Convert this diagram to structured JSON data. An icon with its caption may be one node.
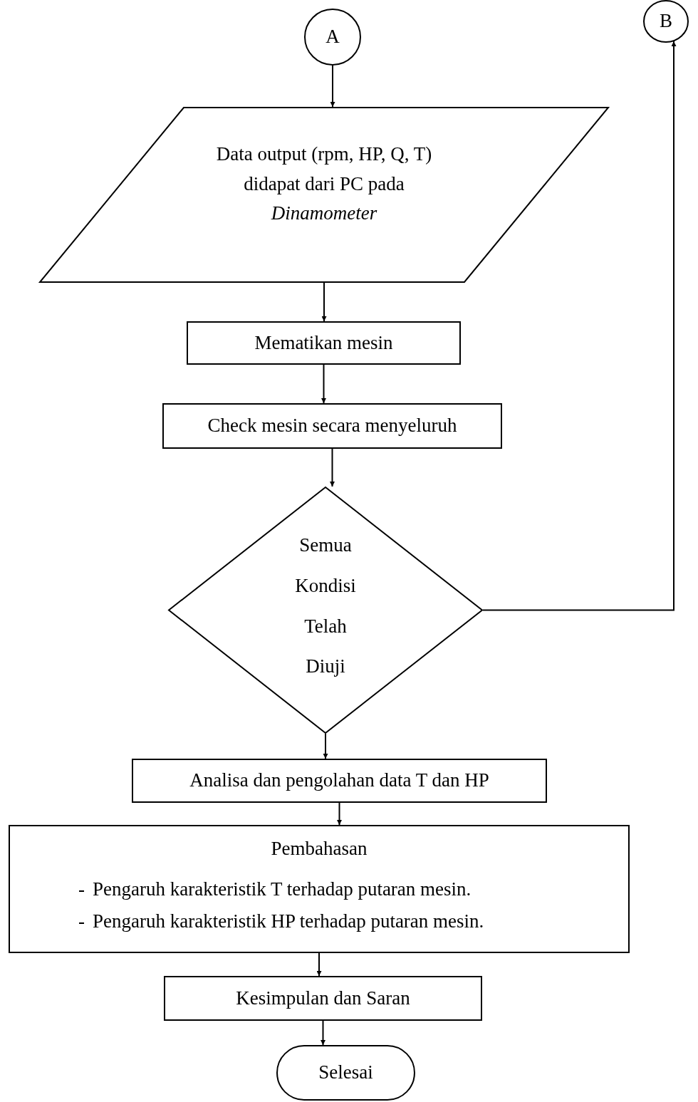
{
  "diagram": {
    "nodes": [
      {
        "text": [
          "A"
        ]
      },
      {
        "text": [
          "B"
        ]
      },
      {
        "text": [
          "Data output (rpm, HP, Q, T) didapat dari PC pada *Dinamometer*"
        ]
      },
      {
        "text": [
          "Mematikan mesin"
        ]
      },
      {
        "text": [
          "Check mesin secara menyeluruh"
        ]
      },
      {
        "text": [
          "Semua Kondisi Telah Diuji"
        ]
      },
      {
        "text": [
          "Analisa dan pengolahan data T dan HP"
        ]
      },
      {
        "text": [
          "Pembahasan",
          "-",
          "Pengaruh karakteristik T terhadap putaran mesin.",
          "-",
          "Pengaruh karakteristik HP terhadap putaran mesin."
        ]
      },
      {
        "text": [
          "Kesimpulan dan Saran"
        ]
      },
      {
        "text": [
          "Selesai"
        ]
      }
    ],
    "edges": [
      {
        "from": 0,
        "to": 2,
        "arrow": "to"
      },
      {
        "from": 2,
        "to": 3,
        "arrow": "to"
      },
      {
        "from": 3,
        "to": 4,
        "arrow": "to"
      },
      {
        "from": 4,
        "to": 5,
        "arrow": "to"
      },
      {
        "from": 5,
        "to": 1,
        "arrow": "to"
      },
      {
        "from": 5,
        "to": 6,
        "arrow": "to"
      },
      {
        "from": 6,
        "to": 7,
        "arrow": "to"
      },
      {
        "from": 7,
        "to": 8,
        "arrow": "to"
      },
      {
        "from": 8,
        "to": 9,
        "arrow": "to"
      }
    ]
  }
}
